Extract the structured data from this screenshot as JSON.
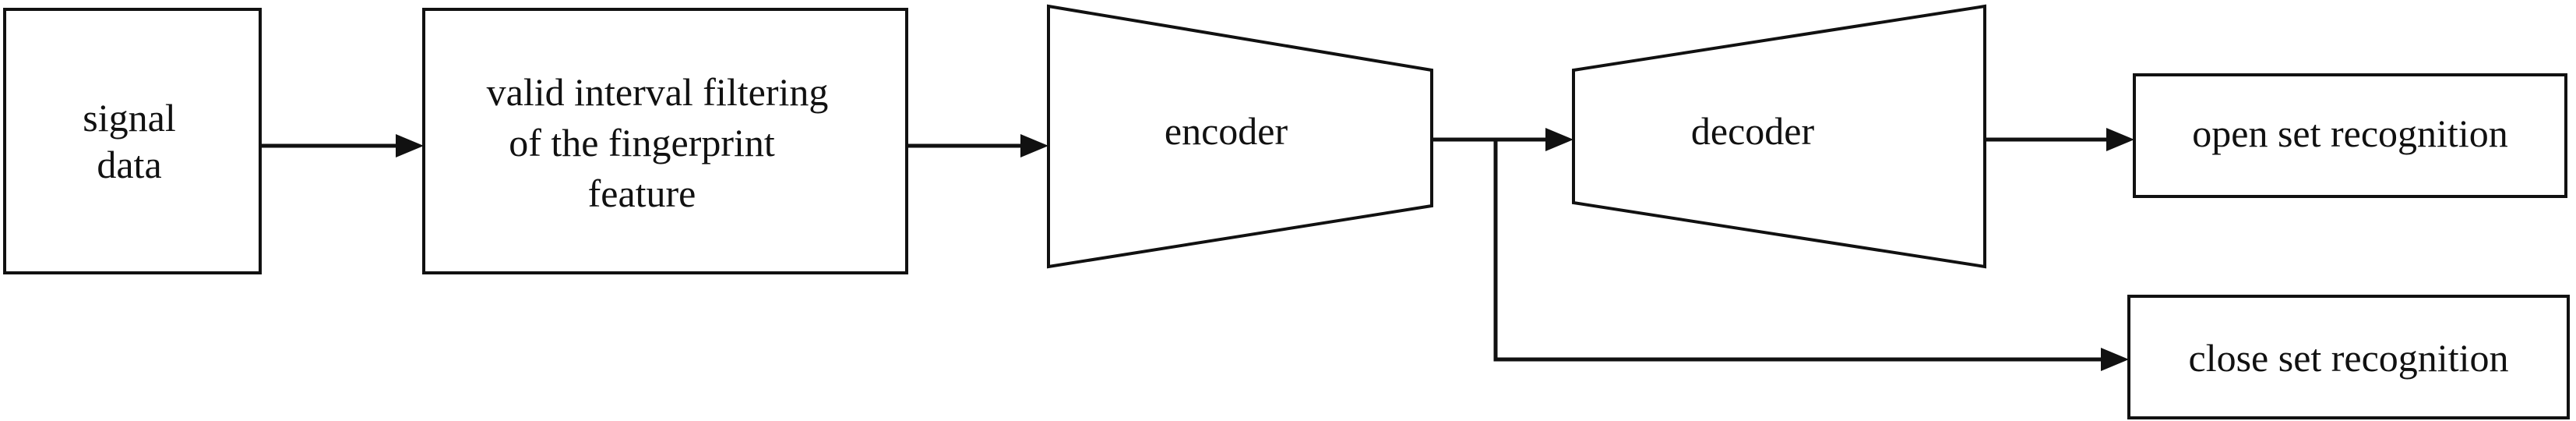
{
  "nodes": {
    "signal_data": {
      "lines": [
        "signal",
        "data"
      ]
    },
    "valid_interval_filtering": {
      "lines": [
        "valid interval filtering",
        "of the fingerprint",
        "feature"
      ]
    },
    "encoder": {
      "lines": [
        "encoder"
      ]
    },
    "decoder": {
      "lines": [
        "decoder"
      ]
    },
    "open_set_recognition": {
      "lines": [
        "open set recognition"
      ]
    },
    "close_set_recognition": {
      "lines": [
        "close set recognition"
      ]
    }
  },
  "style": {
    "stroke_color": "#111111",
    "fill_color": "#ffffff",
    "text_color": "#111111"
  }
}
